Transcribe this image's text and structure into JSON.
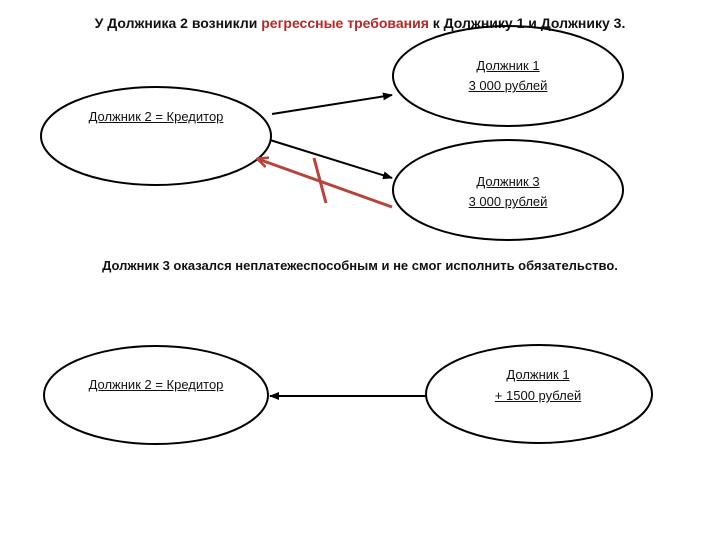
{
  "heading_top": {
    "part1": "У Должника 2 возникли ",
    "highlight": "регрессные требования",
    "part2": "  к Должнику 1 и Должнику 3."
  },
  "heading_middle": "Должник 3 оказался неплатежеспособным и не смог исполнить обязательство.",
  "scenario1": {
    "creditor": "Должник 2 = Кредитор",
    "debtor1": {
      "name": "Должник 1",
      "amount": "3 000 рублей"
    },
    "debtor3": {
      "name": "Должник 3",
      "amount": "3 000 рублей"
    }
  },
  "scenario2": {
    "creditor": "Должник 2 = Кредитор",
    "debtor1": {
      "name": "Должник 1",
      "amount": "+ 1500 рублей"
    }
  },
  "colors": {
    "highlight": "#b02a2a",
    "crossed_arrow": "#b8433a",
    "stroke": "#000000"
  }
}
